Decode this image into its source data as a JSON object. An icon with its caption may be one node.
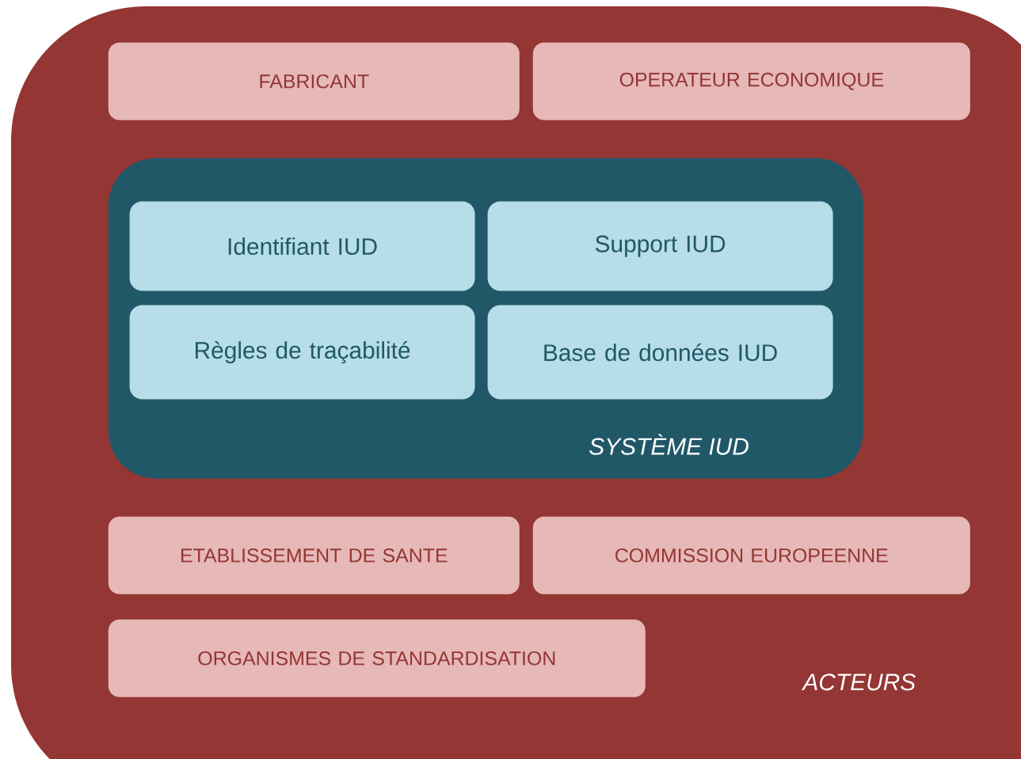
{
  "diagram": {
    "nodes": [
      {
        "text": [
          "ACTEURS"
        ]
      },
      {
        "text": [
          "FABRICANT"
        ],
        "in": 0
      },
      {
        "text": [
          "OPERATEUR ECONOMIQUE"
        ],
        "in": 0
      },
      {
        "text": [
          "SYSTÈME IUD"
        ],
        "in": 0
      },
      {
        "text": [
          "Identifiant IUD"
        ],
        "in": 3
      },
      {
        "text": [
          "Support IUD"
        ],
        "in": 3
      },
      {
        "text": [
          "Règles de traçabilité"
        ],
        "in": 3
      },
      {
        "text": [
          "Base de données IUD"
        ],
        "in": 3
      },
      {
        "text": [
          "ETABLISSEMENT DE SANTE"
        ],
        "in": 0
      },
      {
        "text": [
          "COMMISSION EUROPEENNE"
        ],
        "in": 0
      },
      {
        "text": [
          "ORGANISMES DE STANDARDISATION"
        ],
        "in": 0
      }
    ],
    "edges": []
  }
}
